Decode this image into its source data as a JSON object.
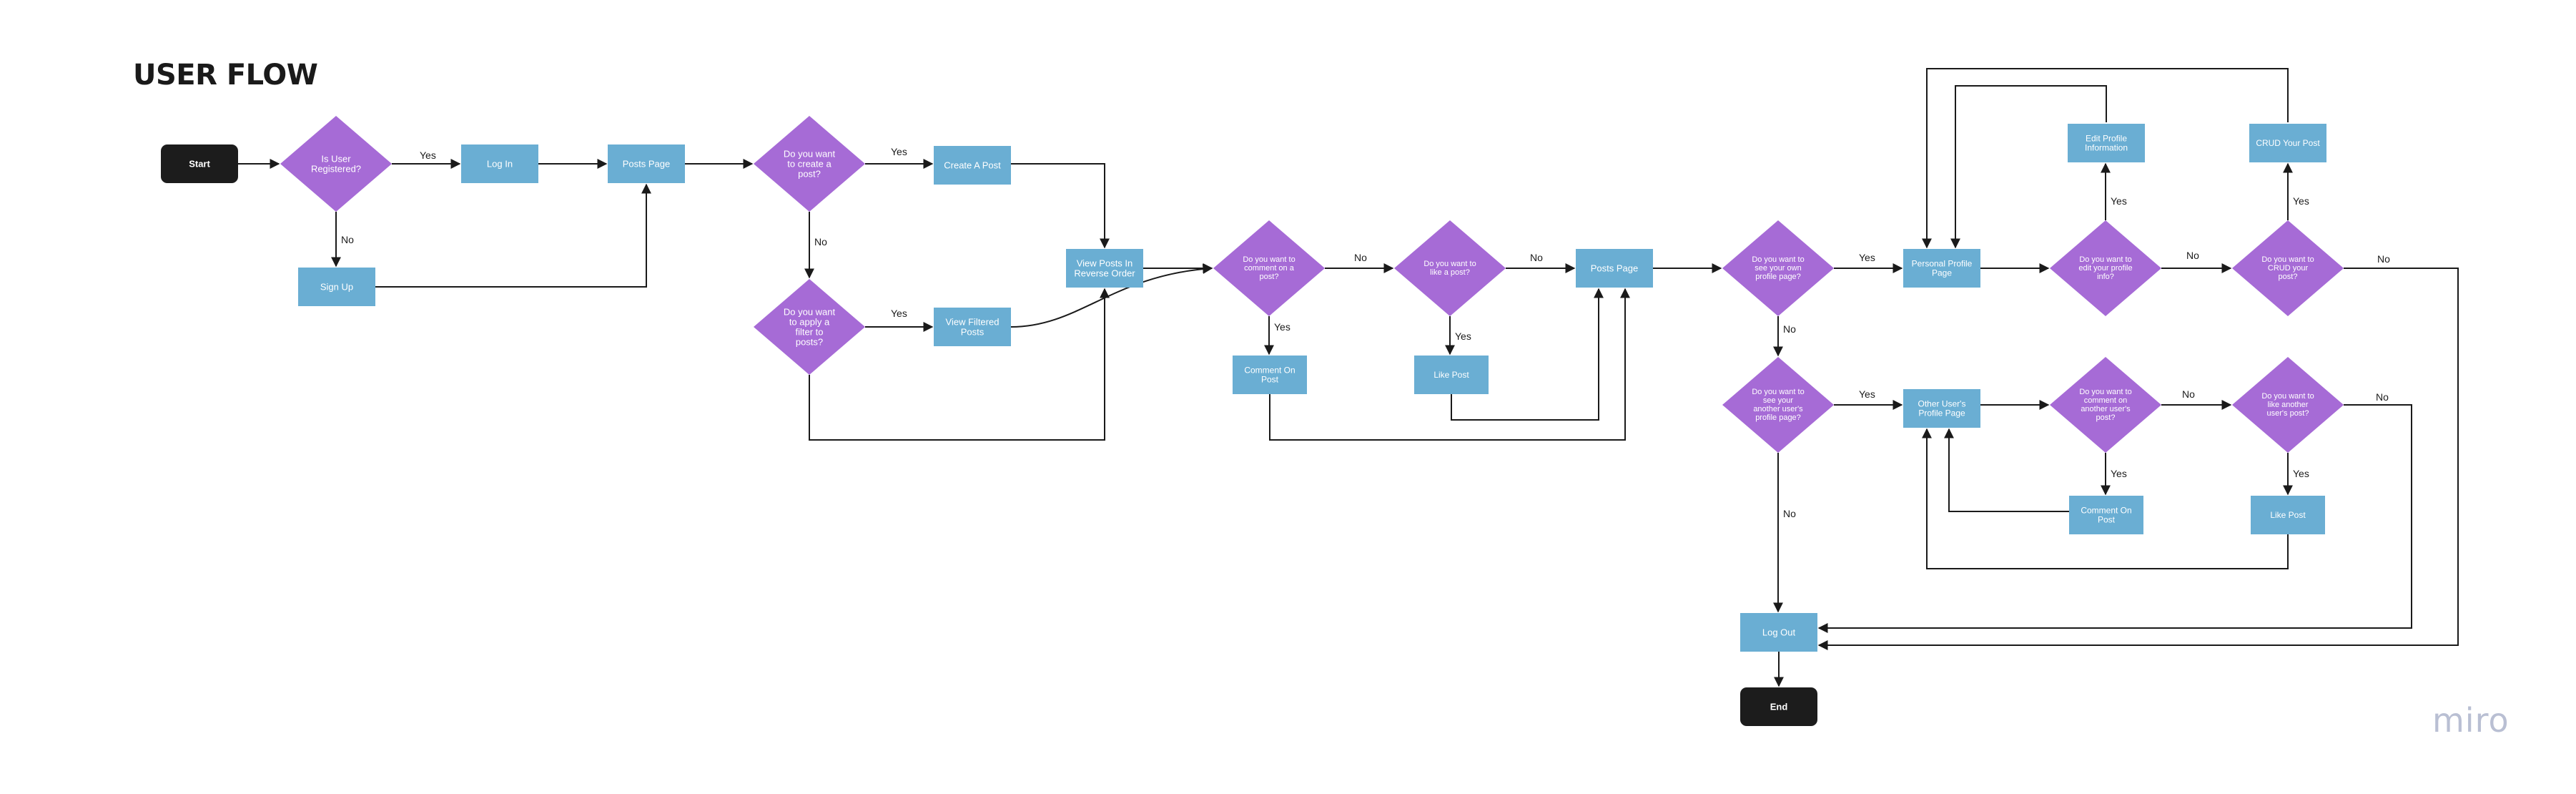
{
  "title": "USER FLOW",
  "brand": "miro",
  "colors": {
    "terminal": "#1c1c1c",
    "process": "#6aaed3",
    "decision": "#a66bd6",
    "text_light": "#ffffff",
    "line": "#1a1a1a"
  },
  "nodes": {
    "start": "Start",
    "is_registered": [
      "Is User",
      "Registered?"
    ],
    "log_in": "Log In",
    "sign_up": "Sign Up",
    "posts_page_1": "Posts Page",
    "create_post_q": [
      "Do you want",
      "to create a",
      "post?"
    ],
    "create_post": "Create A Post",
    "filter_q": [
      "Do you want",
      "to apply a",
      "filter to",
      "posts?"
    ],
    "view_filtered": [
      "View Filtered",
      "Posts"
    ],
    "view_reverse": [
      "View Posts In",
      "Reverse Order"
    ],
    "comment_q": [
      "Do you want to",
      "comment on a",
      "post?"
    ],
    "comment_on_post_1": [
      "Comment On",
      "Post"
    ],
    "like_q": [
      "Do you want to",
      "like a post?"
    ],
    "like_post_1": "Like Post",
    "posts_page_2": "Posts Page",
    "own_profile_q": [
      "Do you want to",
      "see your own",
      "profile page?"
    ],
    "personal_profile": [
      "Personal Profile",
      "Page"
    ],
    "edit_profile_q": [
      "Do you want to",
      "edit your profile",
      "info?"
    ],
    "edit_profile": [
      "Edit Profile",
      "Information"
    ],
    "crud_q": [
      "Do you want to",
      "CRUD your",
      "post?"
    ],
    "crud_post": "CRUD Your Post",
    "other_profile_q": [
      "Do you want to",
      "see your",
      "another user's",
      "profile page?"
    ],
    "other_profile": [
      "Other User's",
      "Profile Page"
    ],
    "comment_other_q": [
      "Do you want to",
      "comment on",
      "another user's",
      "post?"
    ],
    "comment_on_post_2": [
      "Comment On",
      "Post"
    ],
    "like_other_q": [
      "Do you want to",
      "like another",
      "user's post?"
    ],
    "like_post_2": "Like Post",
    "log_out": "Log Out",
    "end": "End"
  },
  "edge_labels": {
    "yes": "Yes",
    "no": "No"
  }
}
